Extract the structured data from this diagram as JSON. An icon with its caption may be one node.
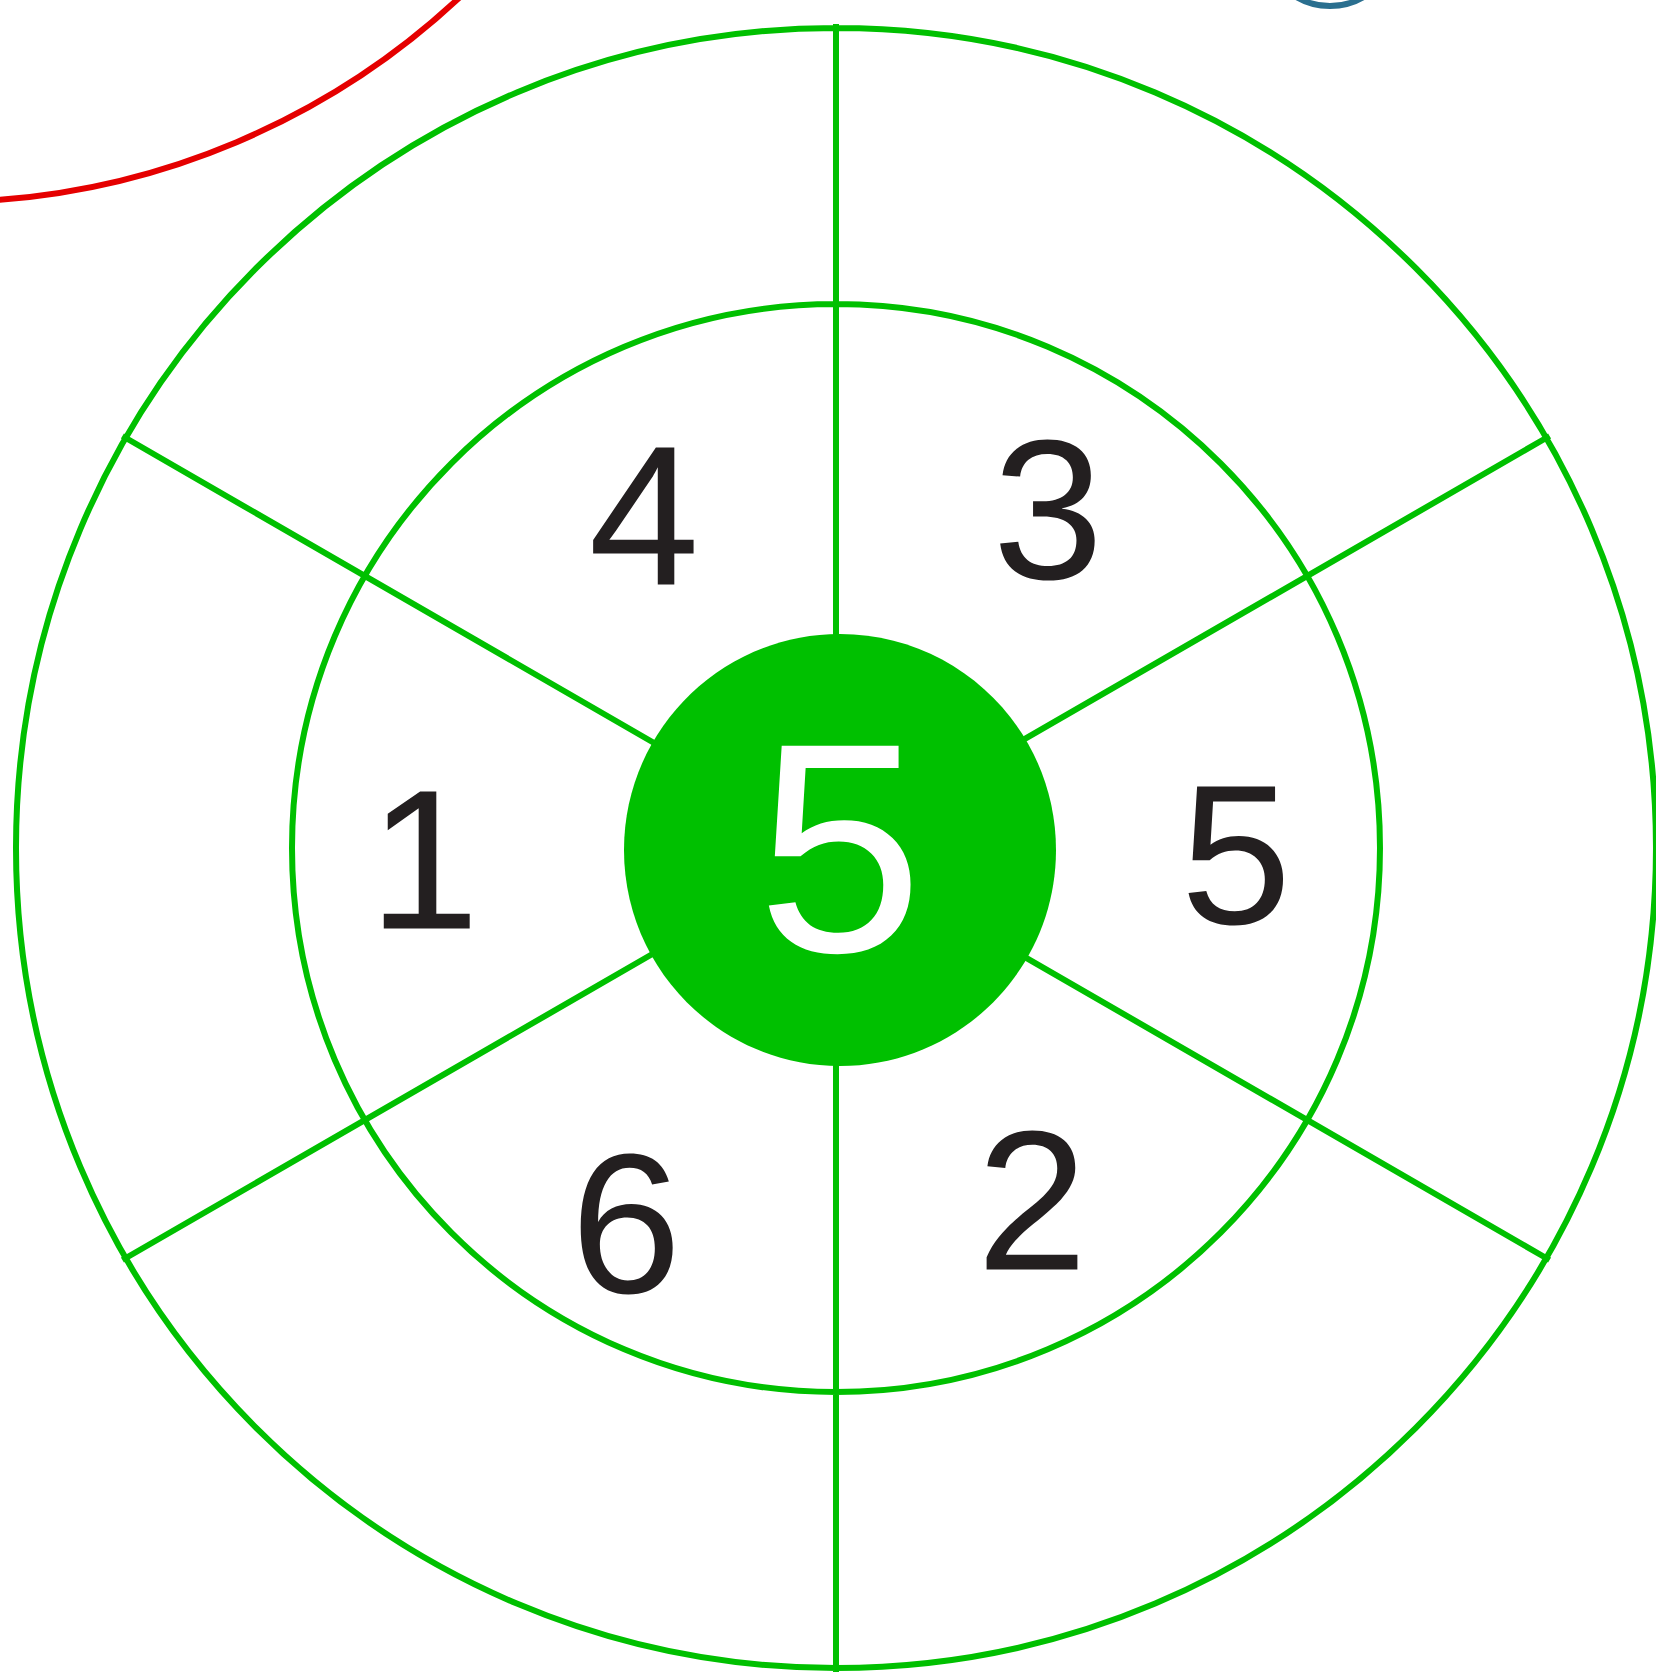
{
  "diagram": {
    "nodes": [
      {
        "text": [],
        "shape": "circle"
      },
      {
        "text": [],
        "shape": "circle"
      },
      {
        "text": [
          "5"
        ]
      }
    ],
    "labels": [
      "4",
      "3",
      "1",
      "5",
      "6",
      "2"
    ]
  }
}
